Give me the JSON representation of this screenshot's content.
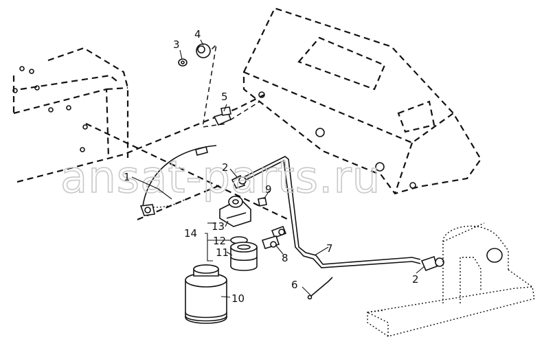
{
  "watermark": "ansat-parts.ru",
  "callouts": [
    {
      "id": "c1",
      "label": "1"
    },
    {
      "id": "c2a",
      "label": "2"
    },
    {
      "id": "c2b",
      "label": "2"
    },
    {
      "id": "c3",
      "label": "3"
    },
    {
      "id": "c4",
      "label": "4"
    },
    {
      "id": "c5",
      "label": "5"
    },
    {
      "id": "c6",
      "label": "6"
    },
    {
      "id": "c7",
      "label": "7"
    },
    {
      "id": "c8",
      "label": "8"
    },
    {
      "id": "c9",
      "label": "9"
    },
    {
      "id": "c10",
      "label": "10"
    },
    {
      "id": "c11",
      "label": "11"
    },
    {
      "id": "c12",
      "label": "12"
    },
    {
      "id": "c13",
      "label": "13"
    },
    {
      "id": "c14",
      "label": "14"
    }
  ]
}
